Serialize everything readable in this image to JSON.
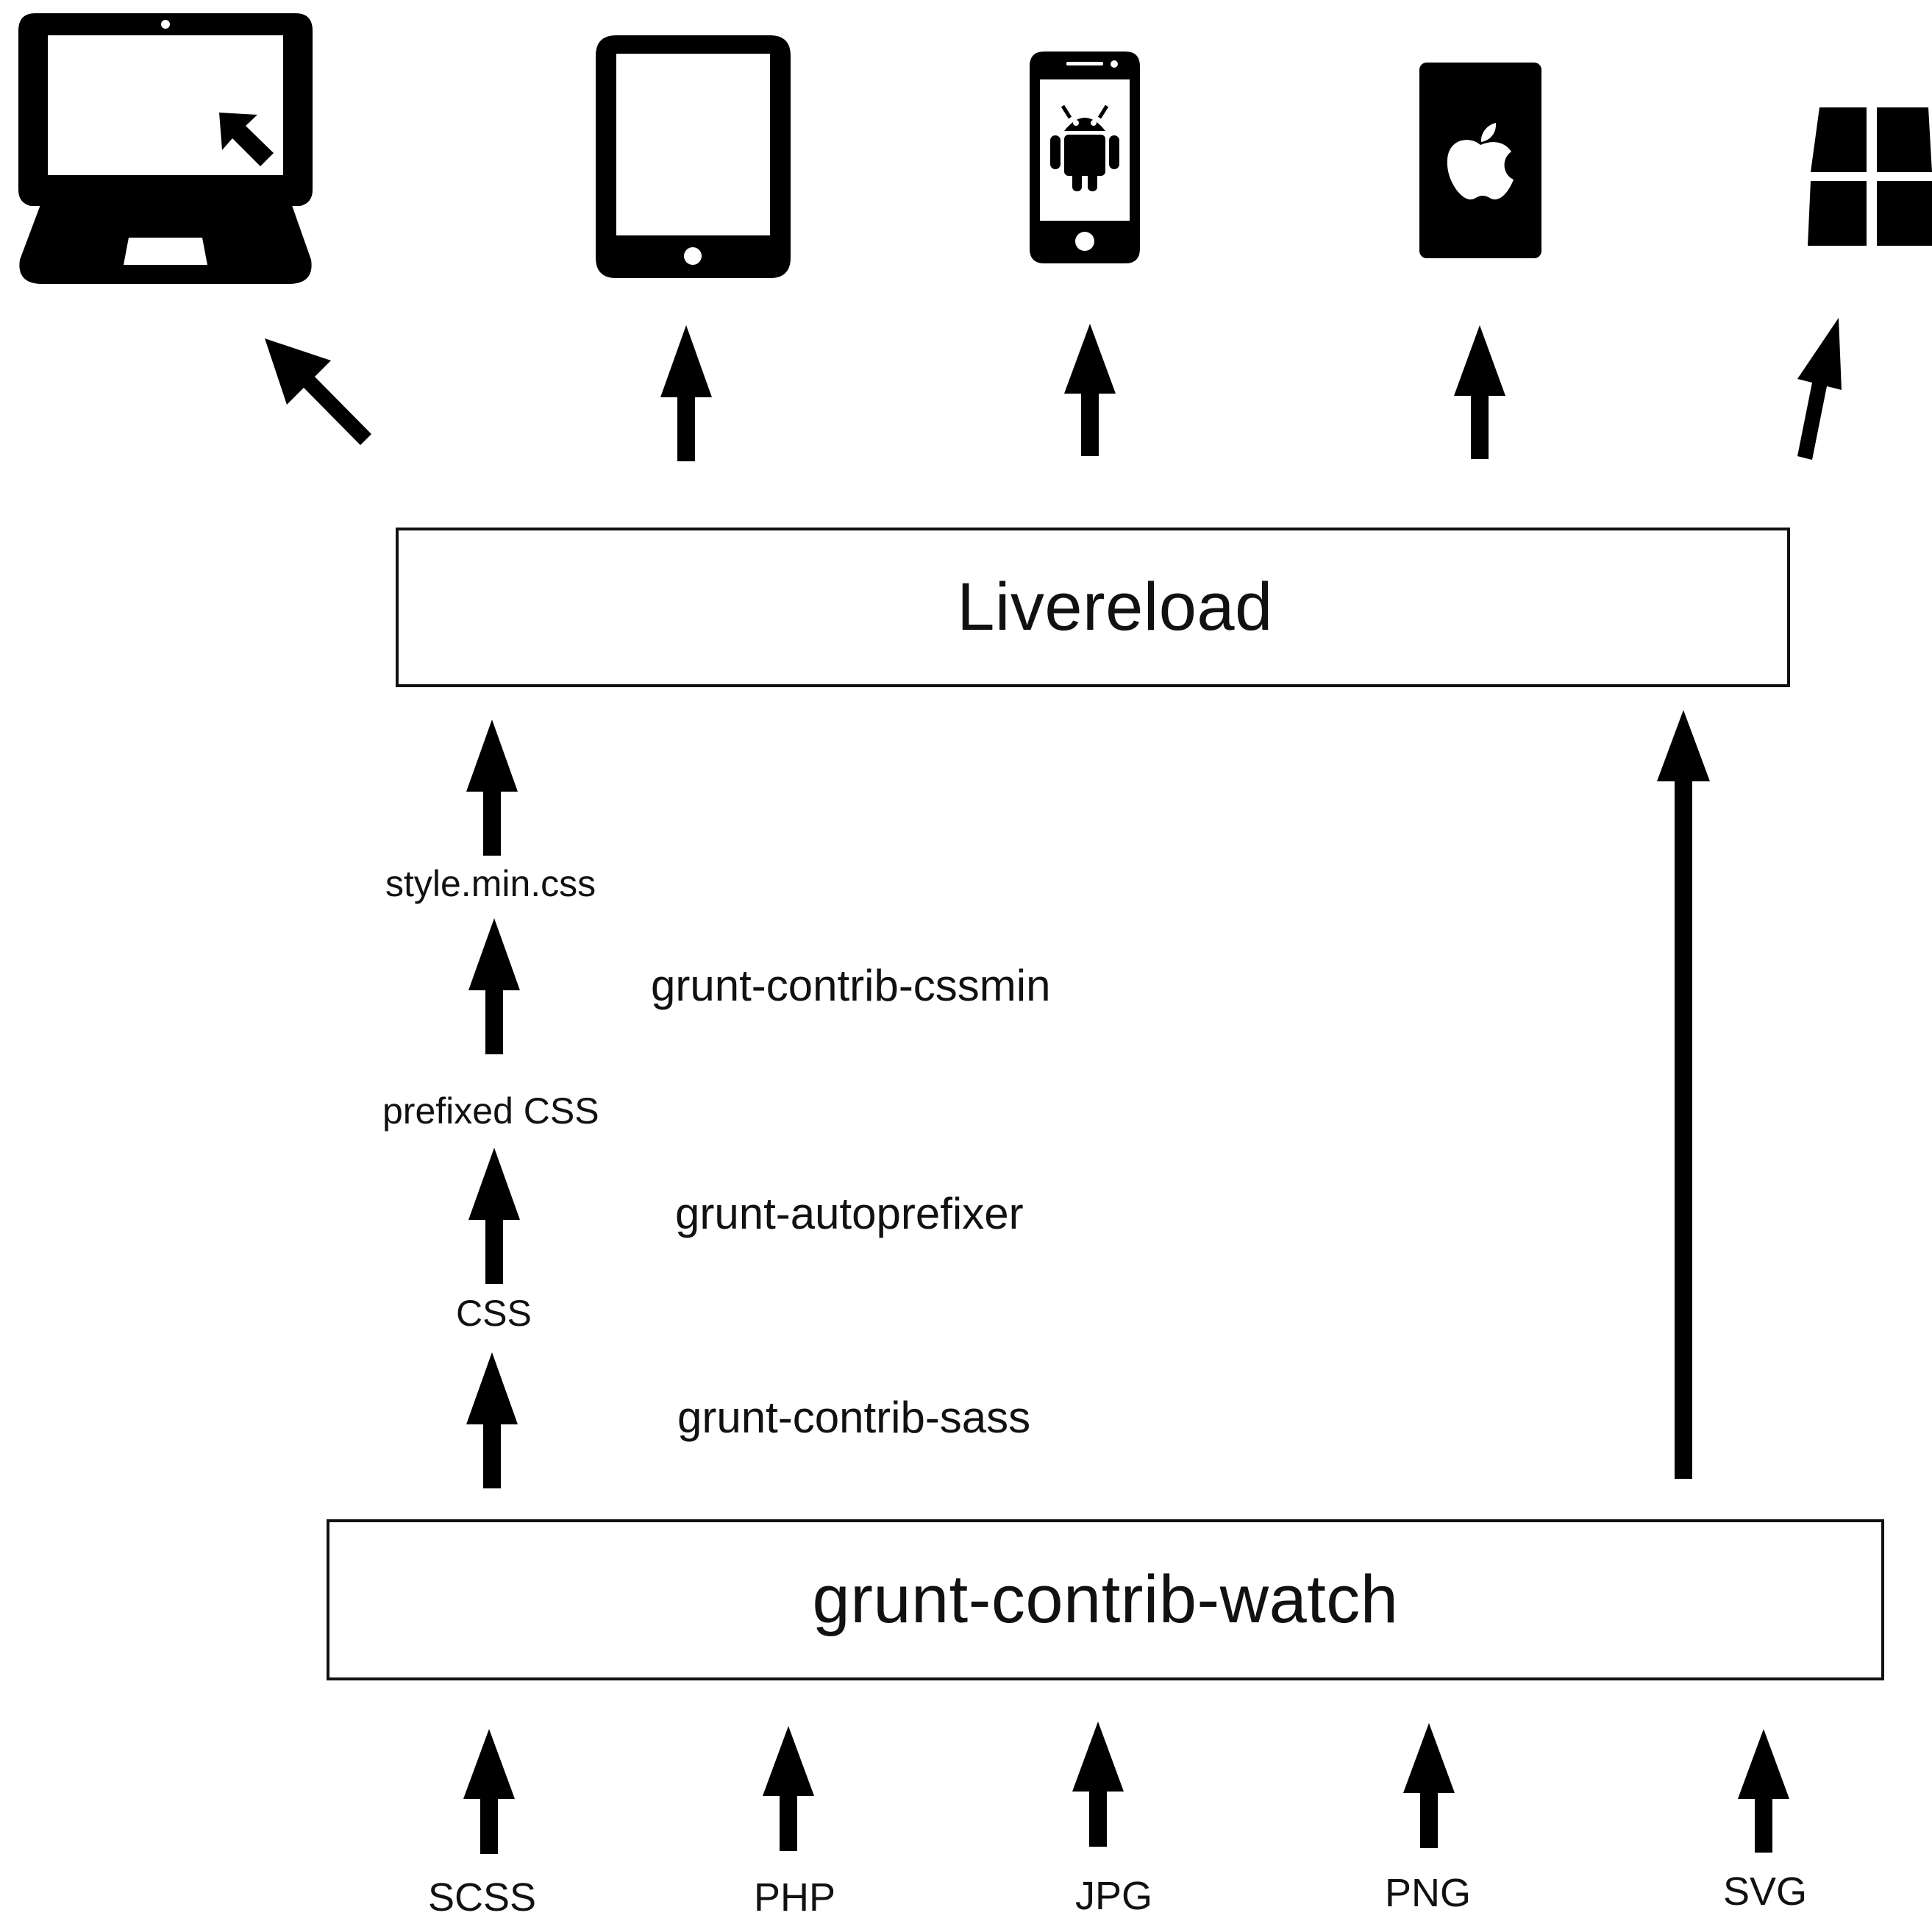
{
  "diagram": {
    "livereload_label": "Livereload",
    "watch_label": "grunt-contrib-watch",
    "pipeline": {
      "output_file": "style.min.css",
      "intermediate_prefixed": "prefixed CSS",
      "intermediate_css": "CSS",
      "steps": [
        "grunt-contrib-cssmin",
        "grunt-autoprefixer",
        "grunt-contrib-sass"
      ]
    },
    "sources": [
      "SCSS",
      "PHP",
      "JPG",
      "PNG",
      "SVG"
    ],
    "devices": [
      "laptop-icon",
      "tablet-icon",
      "android-phone-icon",
      "apple-ipad-icon",
      "windows-icon"
    ]
  }
}
